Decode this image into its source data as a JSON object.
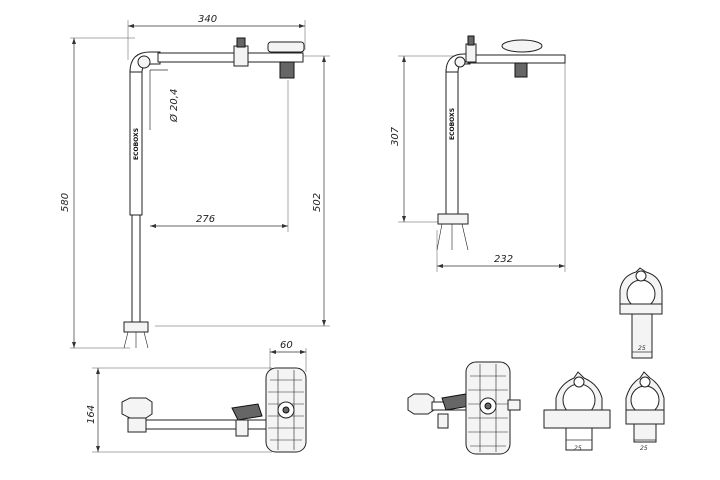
{
  "dimensions": {
    "width_total": "340",
    "height_total": "580",
    "pole_diameter": "Ø 20,4",
    "offset_276": "276",
    "height_502": "502",
    "plan_width_60": "60",
    "plan_depth_164": "164",
    "side_height_307": "307",
    "side_width_232": "232",
    "detail_25_a": "25",
    "detail_25_b": "25",
    "detail_25_c": "25"
  },
  "labels": {
    "brand_vertical_a": "ECOBOXS",
    "brand_vertical_b": "ECOBOXS"
  }
}
